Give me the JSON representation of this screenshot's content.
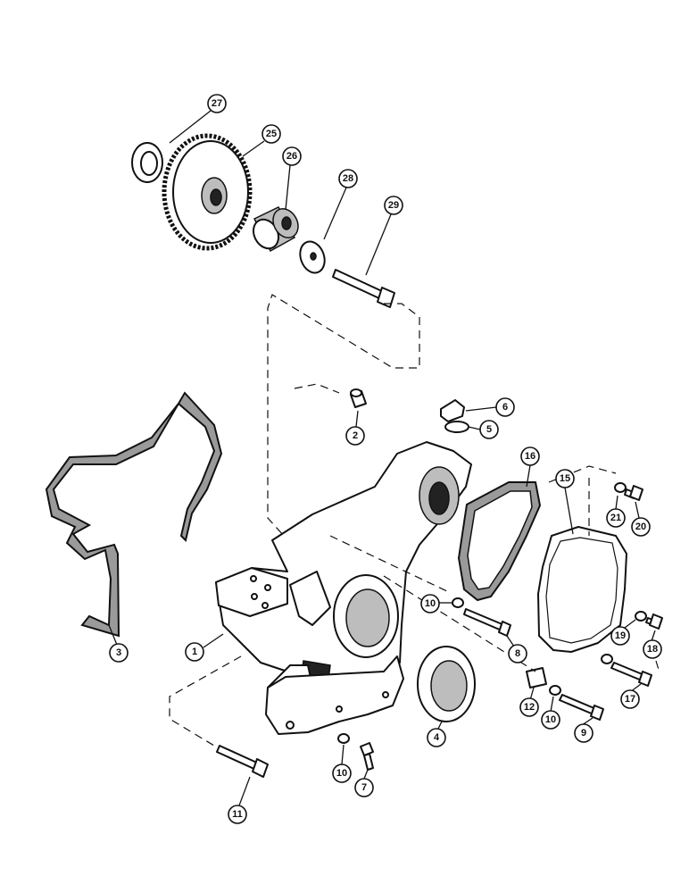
{
  "diagram": {
    "callouts": [
      {
        "label": "27"
      },
      {
        "label": "25"
      },
      {
        "label": "26"
      },
      {
        "label": "28"
      },
      {
        "label": "29"
      },
      {
        "label": "2"
      },
      {
        "label": "6"
      },
      {
        "label": "5"
      },
      {
        "label": "16"
      },
      {
        "label": "15"
      },
      {
        "label": "21"
      },
      {
        "label": "20"
      },
      {
        "label": "3"
      },
      {
        "label": "1"
      },
      {
        "label": "10"
      },
      {
        "label": "8"
      },
      {
        "label": "19"
      },
      {
        "label": "18"
      },
      {
        "label": "17"
      },
      {
        "label": "4"
      },
      {
        "label": "12"
      },
      {
        "label": "10"
      },
      {
        "label": "9"
      },
      {
        "label": "10"
      },
      {
        "label": "7"
      },
      {
        "label": "11"
      }
    ]
  }
}
